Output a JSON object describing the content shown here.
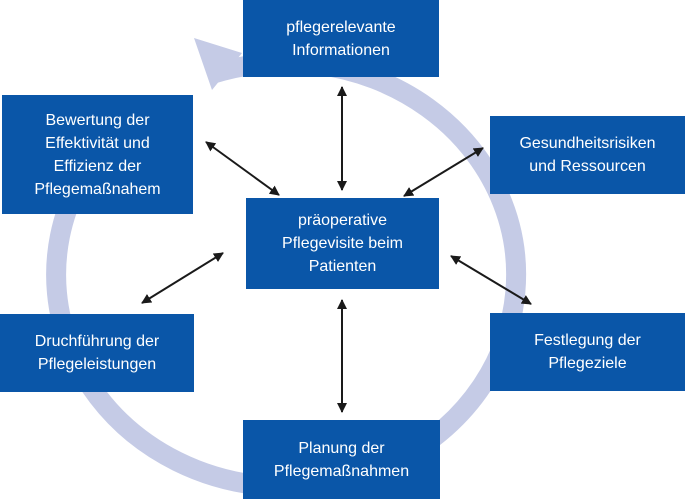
{
  "nodes": {
    "information": "pflegerelevante\nInformationen",
    "evaluation": "Bewertung der\nEffektivität und\nEffizienz der\nPflegemaßnahem",
    "risks": "Gesundheitsrisiken\nund Ressourcen",
    "center": "präoperative\nPflegevisite beim\nPatienten",
    "execution": "Druchführung der\nPflegeleistungen",
    "goals": "Festlegung der\nPflegeziele",
    "planning": "Planung der\nPflegemaßnahmen"
  },
  "colors": {
    "box": "#0a56a8",
    "box_text": "#ffffff",
    "ring": "#c5cbe6",
    "arrow": "#1a1a1a"
  },
  "connections": [
    {
      "from": "center",
      "to": "information"
    },
    {
      "from": "center",
      "to": "risks"
    },
    {
      "from": "center",
      "to": "goals"
    },
    {
      "from": "center",
      "to": "planning"
    },
    {
      "from": "center",
      "to": "execution"
    },
    {
      "from": "center",
      "to": "evaluation"
    }
  ]
}
